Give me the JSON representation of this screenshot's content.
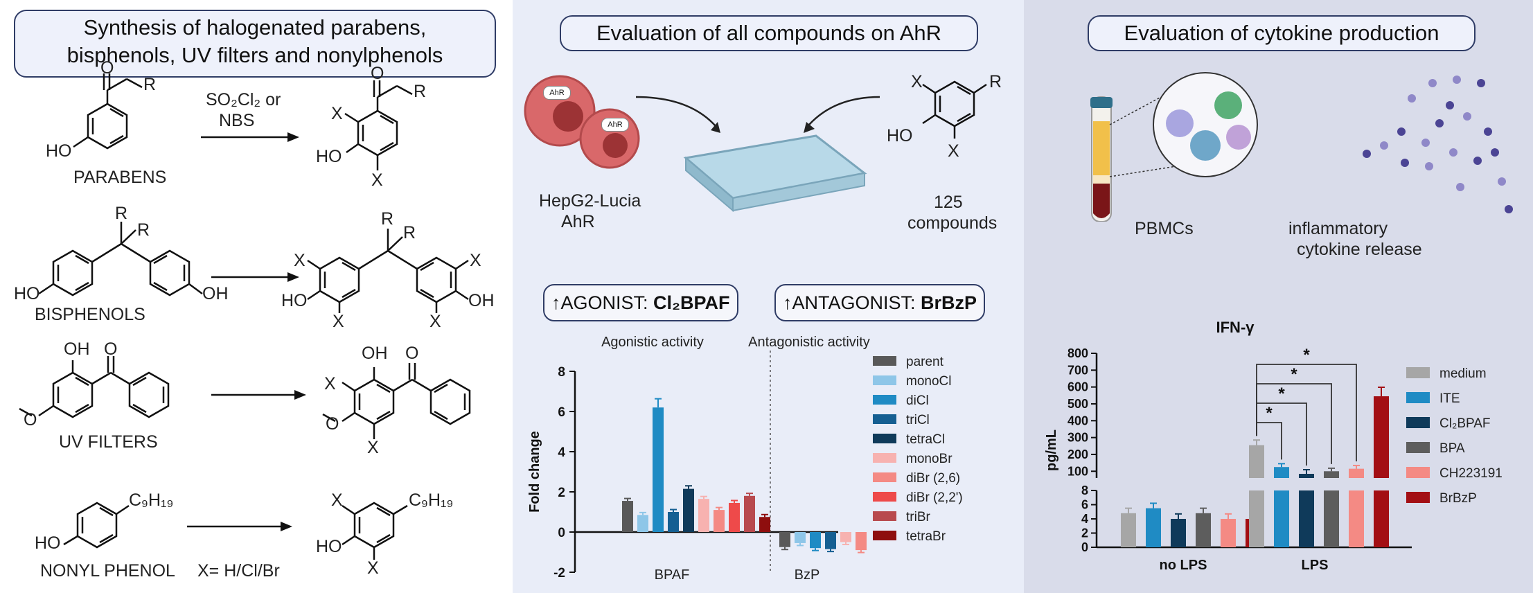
{
  "panel1": {
    "title_line1": "Synthesis of halogenated parabens,",
    "title_line2": "bisphenols, UV filters and nonylphenols",
    "reagent1": "SO₂Cl₂ or",
    "reagent2": "NBS",
    "rows": [
      {
        "label": "PARABENS"
      },
      {
        "label": "BISPHENOLS"
      },
      {
        "label": "UV FILTERS"
      },
      {
        "label": "NONYL PHENOL"
      }
    ],
    "x_def": "X= H/Cl/Br",
    "atoms": {
      "o": "O",
      "r": "R",
      "ho": "HO",
      "oh": "OH",
      "x": "X",
      "c9": "C₉H₁₉"
    }
  },
  "panel2": {
    "title": "Evaluation of all compounds on AhR",
    "cells_label1": "HepG2-Lucia",
    "cells_label2": "AhR",
    "cell_tag": "AhR",
    "compounds_label1": "125",
    "compounds_label2": "compounds",
    "agonist_prefix": "↑AGONIST: ",
    "agonist_value": "Cl₂BPAF",
    "antagonist_prefix": "↑ANTAGONIST: ",
    "antagonist_value": "BrBzP"
  },
  "panel3": {
    "title": "Evaluation of cytokine production",
    "pbmc_label": "PBMCs",
    "release_line1": "inflammatory",
    "release_line2": "cytokine release"
  },
  "chart_data": [
    {
      "type": "bar",
      "title": "",
      "group_labels": [
        "Agonistic activity",
        "Antagonistic activity"
      ],
      "ylabel": "Fold change",
      "ylim": [
        -2,
        8
      ],
      "yticks": [
        -2,
        0,
        2,
        4,
        6,
        8
      ],
      "categories": [
        "BPAF",
        "BzP"
      ],
      "series": [
        {
          "name": "parent",
          "color": "#595959",
          "values": [
            1.55,
            -0.75
          ]
        },
        {
          "name": "monoCl",
          "color": "#8ec6e8",
          "values": [
            0.85,
            -0.55
          ]
        },
        {
          "name": "diCl",
          "color": "#1f8bc4",
          "values": [
            6.2,
            -0.8
          ]
        },
        {
          "name": "triCl",
          "color": "#155f92",
          "values": [
            1.0,
            -0.85
          ]
        },
        {
          "name": "tetraCl",
          "color": "#0f3a5a",
          "values": [
            2.15,
            null
          ]
        },
        {
          "name": "monoBr",
          "color": "#f7b2b0",
          "values": [
            1.65,
            -0.5
          ]
        },
        {
          "name": "diBr (2,6)",
          "color": "#f48a84",
          "values": [
            1.1,
            -0.9
          ]
        },
        {
          "name": "diBr (2,2')",
          "color": "#ee4a4a",
          "values": [
            1.45,
            null
          ]
        },
        {
          "name": "triBr",
          "color": "#b84a4e",
          "values": [
            1.8,
            null
          ]
        },
        {
          "name": "tetraBr",
          "color": "#8e0e0e",
          "values": [
            0.75,
            null
          ]
        }
      ]
    },
    {
      "type": "bar",
      "title": "IFN-γ",
      "ylabel": "pg/mL",
      "yticks_upper": [
        100,
        200,
        300,
        400,
        500,
        600,
        700,
        800
      ],
      "yticks_lower": [
        0,
        2,
        4,
        6,
        8
      ],
      "categories": [
        "no LPS",
        "LPS"
      ],
      "significance": "*",
      "series": [
        {
          "name": "medium",
          "color": "#a6a6a6",
          "values": [
            4.8,
            255
          ]
        },
        {
          "name": "ITE",
          "color": "#1f8bc4",
          "values": [
            5.5,
            125
          ]
        },
        {
          "name": "Cl₂BPAF",
          "color": "#0f3a5a",
          "values": [
            4.0,
            45
          ]
        },
        {
          "name": "BPA",
          "color": "#5d5d5d",
          "values": [
            4.8,
            100
          ]
        },
        {
          "name": "CH223191",
          "color": "#f48a84",
          "values": [
            4.0,
            115
          ]
        },
        {
          "name": "BrBzP",
          "color": "#a30f14",
          "values": [
            4.0,
            545
          ]
        }
      ]
    }
  ]
}
